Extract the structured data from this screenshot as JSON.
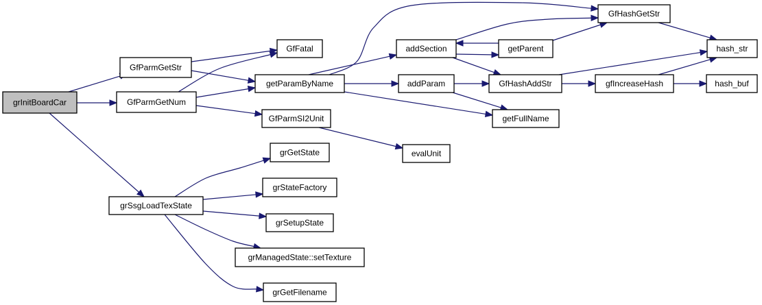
{
  "diagram": {
    "type": "call-graph",
    "root": "grInitBoardCar",
    "colors": {
      "edge": "#191970",
      "root_fill": "#bfbfbf",
      "node_fill": "#ffffff",
      "border": "#000000"
    },
    "nodes": [
      {
        "id": "grInitBoardCar",
        "label": "grInitBoardCar",
        "root": true
      },
      {
        "id": "GfParmGetStr",
        "label": "GfParmGetStr"
      },
      {
        "id": "GfParmGetNum",
        "label": "GfParmGetNum"
      },
      {
        "id": "grSsgLoadTexState",
        "label": "grSsgLoadTexState"
      },
      {
        "id": "GfFatal",
        "label": "GfFatal"
      },
      {
        "id": "getParamByName",
        "label": "getParamByName"
      },
      {
        "id": "GfParmSI2Unit",
        "label": "GfParmSI2Unit"
      },
      {
        "id": "grGetState",
        "label": "grGetState"
      },
      {
        "id": "grStateFactory",
        "label": "grStateFactory"
      },
      {
        "id": "grSetupState",
        "label": "grSetupState"
      },
      {
        "id": "grManagedState_setTexture",
        "label": "grManagedState::setTexture"
      },
      {
        "id": "grGetFilename",
        "label": "grGetFilename"
      },
      {
        "id": "addSection",
        "label": "addSection"
      },
      {
        "id": "addParam",
        "label": "addParam"
      },
      {
        "id": "evalUnit",
        "label": "evalUnit"
      },
      {
        "id": "getParent",
        "label": "getParent"
      },
      {
        "id": "GfHashAddStr",
        "label": "GfHashAddStr"
      },
      {
        "id": "getFullName",
        "label": "getFullName"
      },
      {
        "id": "GfHashGetStr",
        "label": "GfHashGetStr"
      },
      {
        "id": "gfIncreaseHash",
        "label": "gfIncreaseHash"
      },
      {
        "id": "hash_str",
        "label": "hash_str"
      },
      {
        "id": "hash_buf",
        "label": "hash_buf"
      }
    ],
    "edges": [
      {
        "from": "grInitBoardCar",
        "to": "GfParmGetStr"
      },
      {
        "from": "grInitBoardCar",
        "to": "GfParmGetNum"
      },
      {
        "from": "grInitBoardCar",
        "to": "grSsgLoadTexState"
      },
      {
        "from": "GfParmGetStr",
        "to": "GfFatal"
      },
      {
        "from": "GfParmGetStr",
        "to": "getParamByName"
      },
      {
        "from": "GfParmGetNum",
        "to": "GfFatal"
      },
      {
        "from": "GfParmGetNum",
        "to": "getParamByName"
      },
      {
        "from": "GfParmGetNum",
        "to": "GfParmSI2Unit"
      },
      {
        "from": "getParamByName",
        "to": "GfHashGetStr"
      },
      {
        "from": "getParamByName",
        "to": "addSection"
      },
      {
        "from": "getParamByName",
        "to": "addParam"
      },
      {
        "from": "getParamByName",
        "to": "getFullName"
      },
      {
        "from": "GfParmSI2Unit",
        "to": "evalUnit"
      },
      {
        "from": "addSection",
        "to": "GfHashGetStr"
      },
      {
        "from": "addSection",
        "to": "getParent"
      },
      {
        "from": "addSection",
        "to": "GfHashAddStr"
      },
      {
        "from": "getParent",
        "to": "addSection"
      },
      {
        "from": "getParent",
        "to": "GfHashGetStr"
      },
      {
        "from": "addParam",
        "to": "GfHashAddStr"
      },
      {
        "from": "addParam",
        "to": "getFullName"
      },
      {
        "from": "GfHashGetStr",
        "to": "hash_str"
      },
      {
        "from": "GfHashAddStr",
        "to": "hash_str"
      },
      {
        "from": "GfHashAddStr",
        "to": "gfIncreaseHash"
      },
      {
        "from": "gfIncreaseHash",
        "to": "hash_str"
      },
      {
        "from": "gfIncreaseHash",
        "to": "hash_buf"
      },
      {
        "from": "grSsgLoadTexState",
        "to": "grGetState"
      },
      {
        "from": "grSsgLoadTexState",
        "to": "grStateFactory"
      },
      {
        "from": "grSsgLoadTexState",
        "to": "grSetupState"
      },
      {
        "from": "grSsgLoadTexState",
        "to": "grManagedState_setTexture"
      },
      {
        "from": "grSsgLoadTexState",
        "to": "grGetFilename"
      }
    ]
  }
}
